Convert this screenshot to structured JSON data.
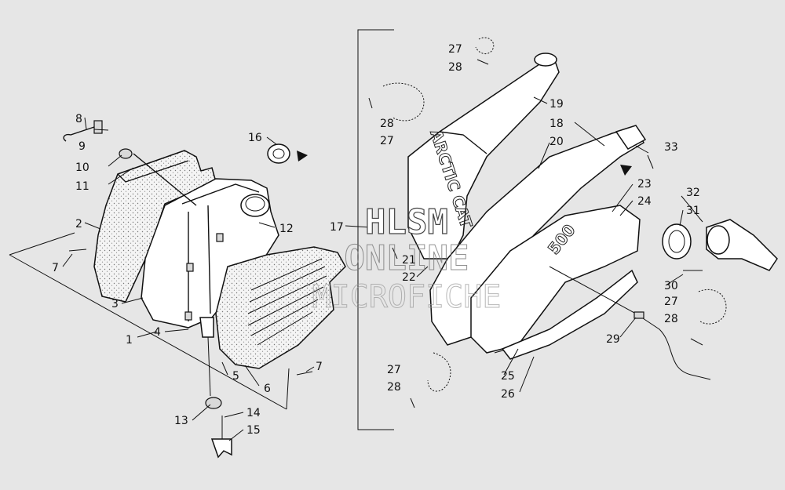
{
  "watermark": {
    "line1": "HLSM",
    "line2": "ONLINE",
    "line3": "MICROFICHE"
  },
  "embossing": {
    "brand": "ARCTIC CAT",
    "model": "500"
  },
  "callouts": {
    "c1": "1",
    "c2": "2",
    "c3": "3",
    "c4": "4",
    "c5": "5",
    "c6": "6",
    "c7a": "7",
    "c7b": "7",
    "c8": "8",
    "c9": "9",
    "c10": "10",
    "c11": "11",
    "c12": "12",
    "c13": "13",
    "c14": "14",
    "c15": "15",
    "c16": "16",
    "c17": "17",
    "c18": "18",
    "c19": "19",
    "c20": "20",
    "c21": "21",
    "c22": "22",
    "c23": "23",
    "c24": "24",
    "c25": "25",
    "c26": "26",
    "c27a": "27",
    "c28a": "28",
    "c28b": "28",
    "c27b": "27",
    "c27c": "27",
    "c28c": "28",
    "c27d": "27",
    "c28d": "28",
    "c29": "29",
    "c30": "30",
    "c31": "31",
    "c32": "32",
    "c33": "33"
  }
}
